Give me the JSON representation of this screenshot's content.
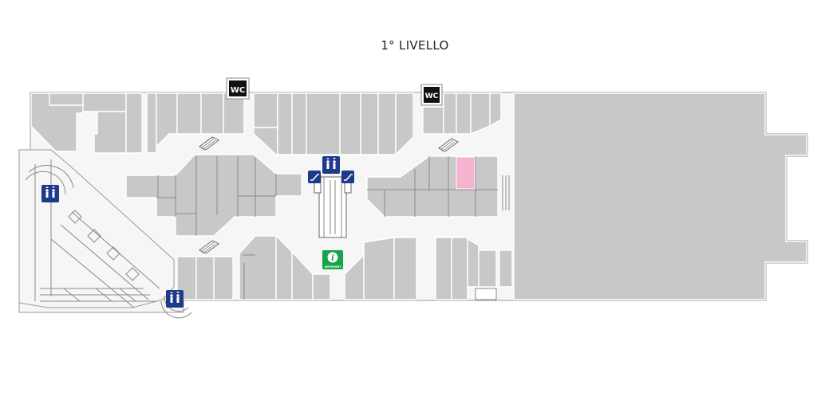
{
  "map": {
    "title": "1° LIVELLO",
    "wc_label": "WC",
    "info_label": "INFOPOINT",
    "info_glyph": "i",
    "colors": {
      "shop": "#c8c8c8",
      "corridor": "#f6f6f6",
      "highlight": "#f6b3cf",
      "lift_sign": "#1e3a8a",
      "info_sign": "#16a34a",
      "wc_sign": "#111111"
    },
    "icons": [
      "wc-icon",
      "elevator-icon",
      "escalator-icon",
      "info-icon"
    ]
  }
}
